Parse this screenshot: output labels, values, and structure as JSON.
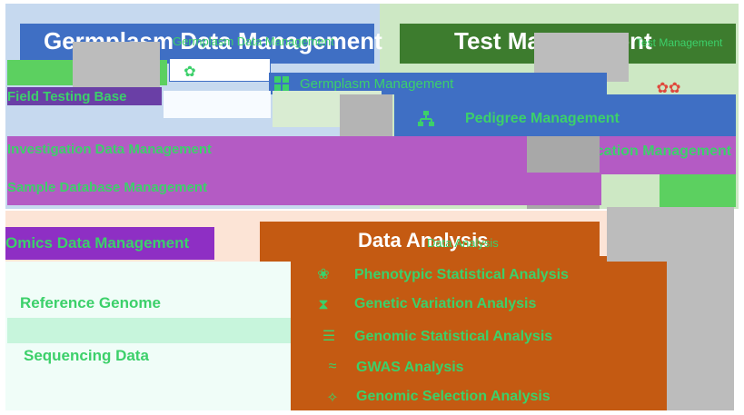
{
  "germplasm": {
    "title": "Germplasm Data Management",
    "subtitle": "Germplasm Data Management",
    "items": [
      "Germplasm Management",
      "Pedigree Management"
    ],
    "sidebar": [
      "Field Testing Base",
      "Investigation Data Management",
      "Sample Database Management"
    ]
  },
  "trial": {
    "title": "Test Management",
    "subtitle": "Test Management",
    "items": [
      "Test Location Management"
    ]
  },
  "omics": {
    "title": "Omics Data Management",
    "items": [
      "Reference Genome",
      "Sequencing Data"
    ]
  },
  "analysis": {
    "title": "Data Analysis",
    "subtitle": "Data Analysis",
    "items": [
      "Phenotypic Statistical Analysis",
      "Genetic Variation Analysis",
      "Genomic Statistical Analysis",
      "GWAS Analysis",
      "Genomic Selection Analysis"
    ]
  },
  "colors": {
    "accent_text": "#3cd06a",
    "blue_header": "#3f6fc4",
    "orange_panel": "#c45a12",
    "purple_band": "#b45bc4",
    "light_blue_bg": "#c6d9ef",
    "light_green_bg": "#cde8c4",
    "mint_panel": "#f0fdf8",
    "peach_panel": "#fce4d6"
  }
}
